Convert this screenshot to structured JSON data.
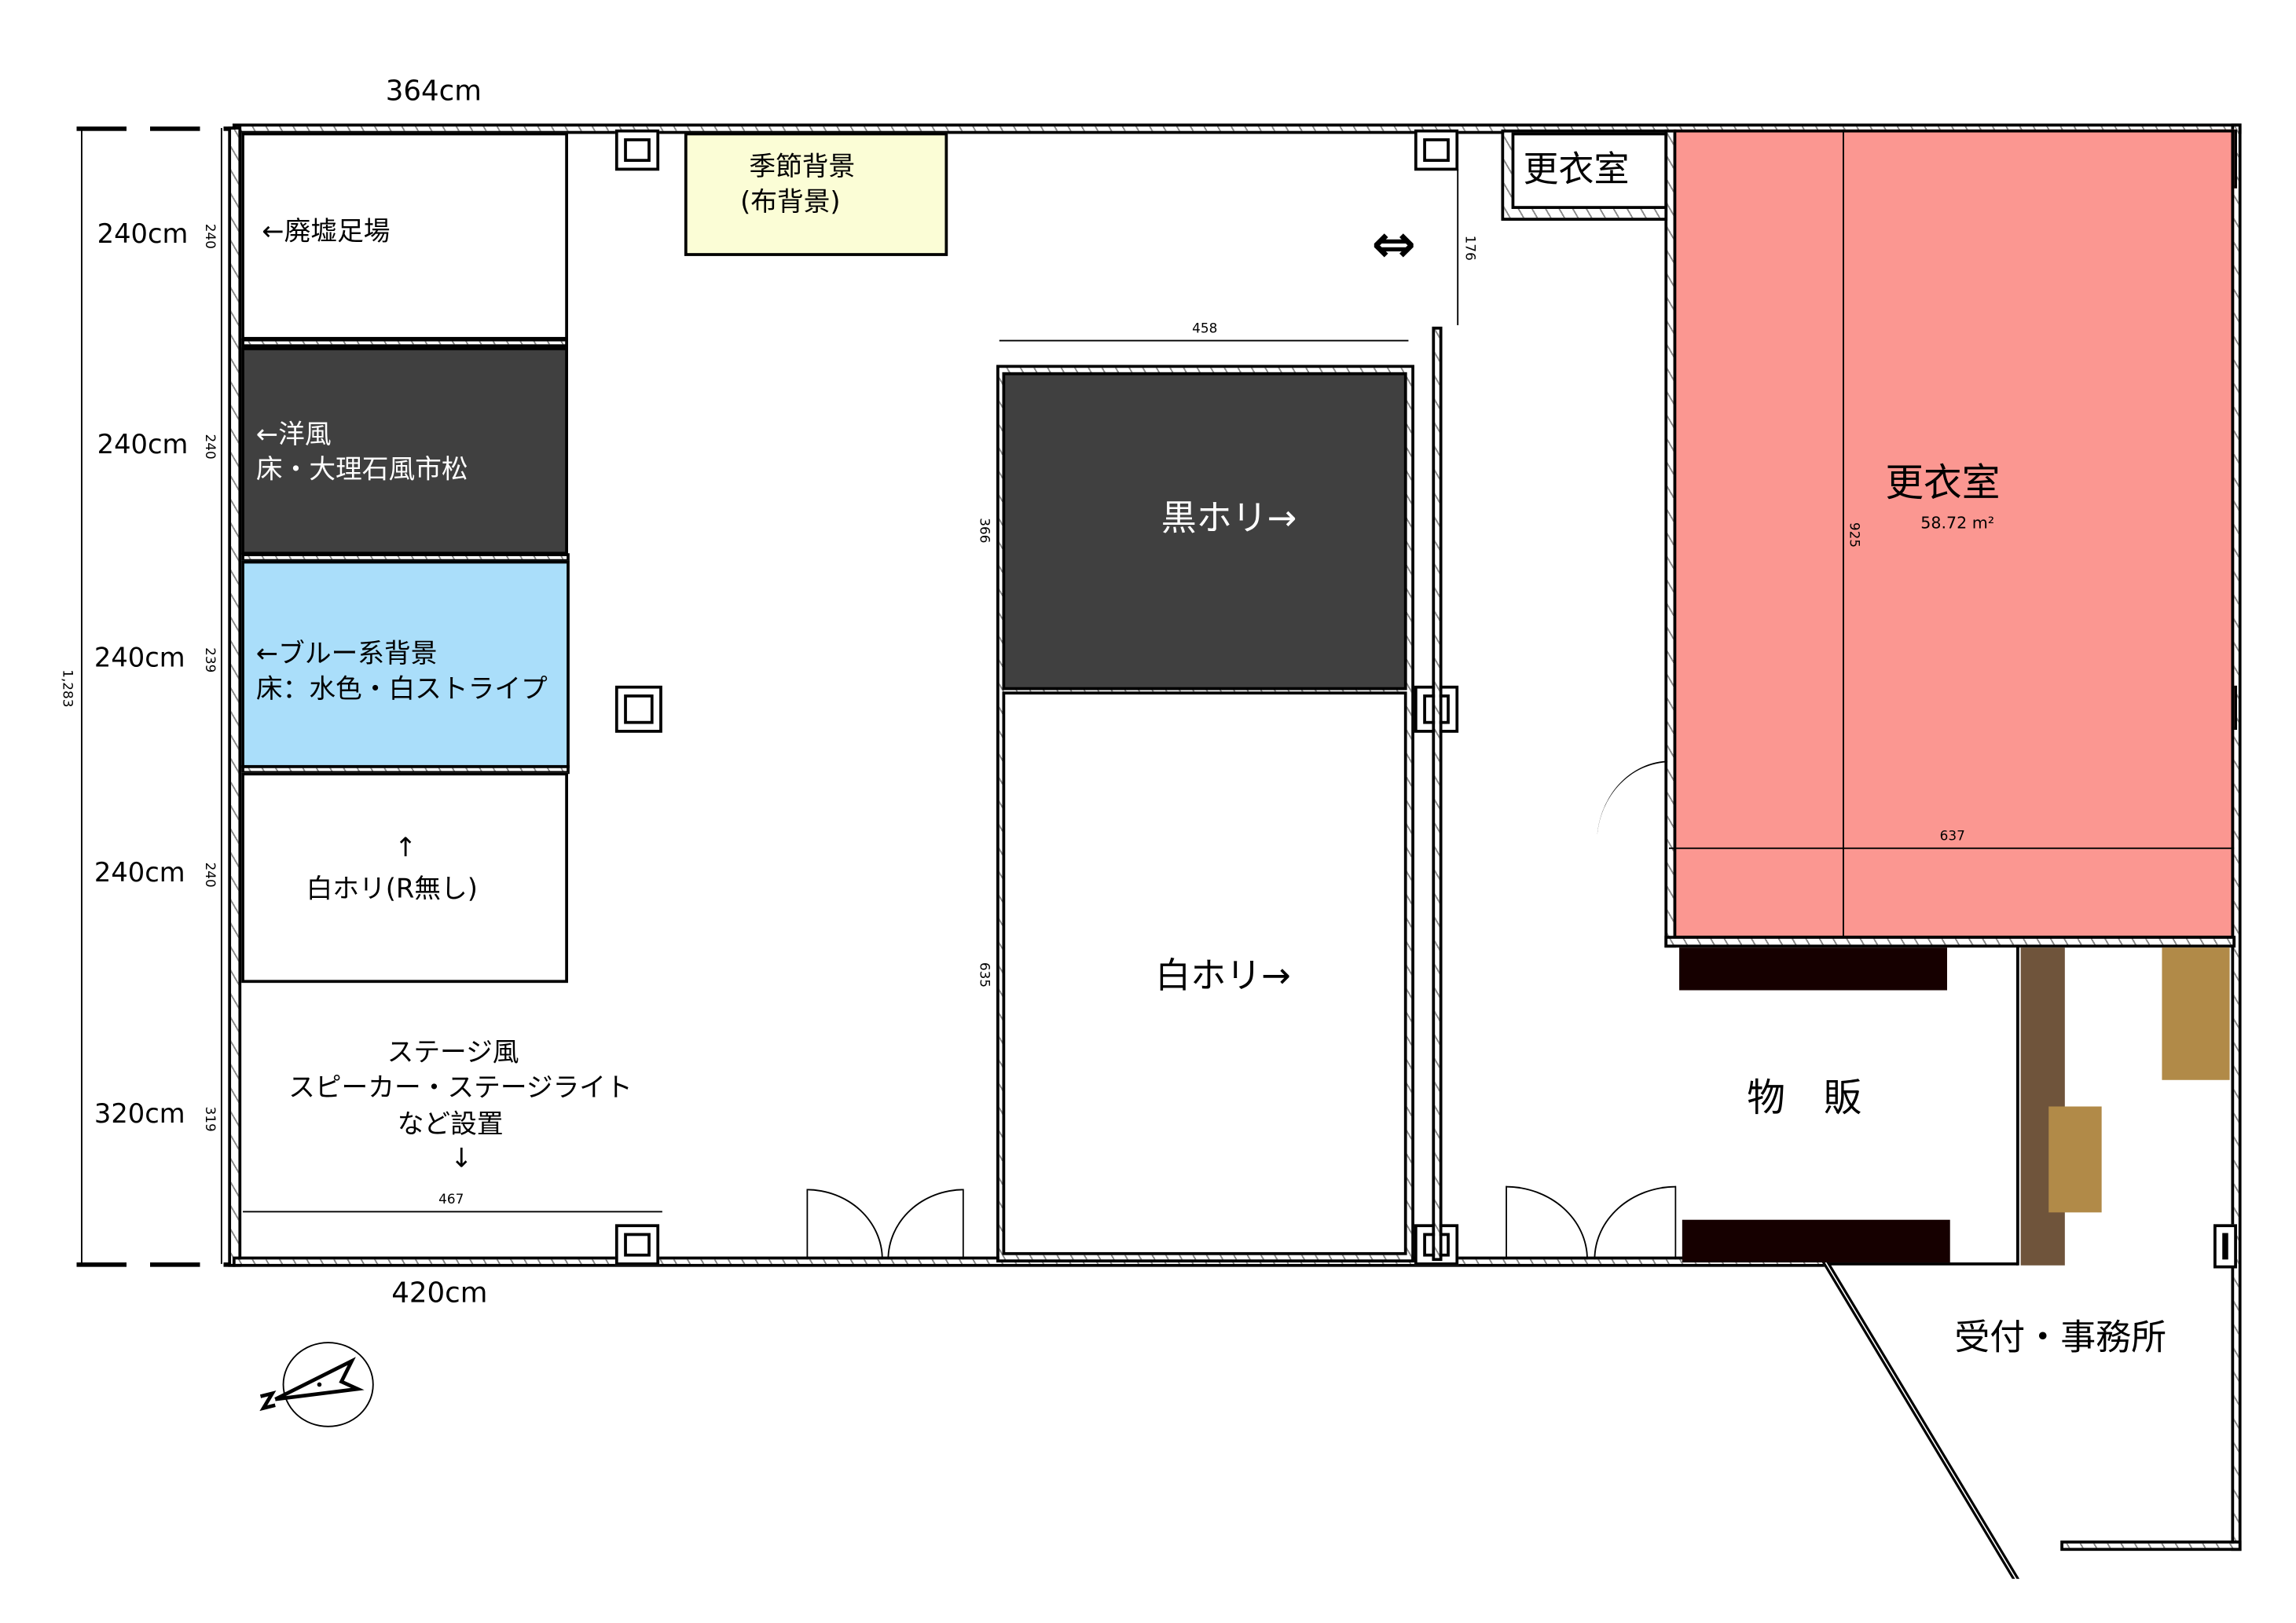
{
  "floorplan": {
    "outer_dimensions": {
      "top_width": "364cm",
      "bottom_width": "420cm",
      "total_height": "1,283"
    },
    "left_dimensions": [
      {
        "label": "240cm",
        "small": "240"
      },
      {
        "label": "240cm",
        "small": "240"
      },
      {
        "label": "240cm",
        "small": "239"
      },
      {
        "label": "240cm",
        "small": "240"
      },
      {
        "label": "320cm",
        "small": "319"
      }
    ],
    "left_sets": [
      {
        "name": "haikyo",
        "text_lines": [
          "←廃墟足場"
        ],
        "color": "#ffffff"
      },
      {
        "name": "western",
        "text_lines": [
          "←洋風",
          "床・大理石風市松"
        ],
        "color": "#404040"
      },
      {
        "name": "blue",
        "text_lines": [
          "←ブルー系背景",
          "床：水色・白ストライプ"
        ],
        "color": "#aadefa"
      },
      {
        "name": "white-no-r",
        "text_lines": [
          "↑",
          "白ホリ(R無し)"
        ],
        "color": "#ffffff"
      }
    ],
    "stage_area": {
      "text_lines": [
        "ステージ風",
        "スピーカー・ステージライト",
        "など設置",
        "↓"
      ],
      "dimension": "467"
    },
    "seasonal_backdrop": {
      "text_lines": [
        "季節背景",
        "(布背景)"
      ],
      "color": "#fbfdd6"
    },
    "passage": {
      "arrow_icon": "⇔",
      "dimension": "176"
    },
    "black_horizont": {
      "label": "黒ホリ→",
      "width_dim": "458",
      "height_dim": "366",
      "color": "#404040"
    },
    "white_horizont": {
      "label": "白ホリ→",
      "height_dim": "635"
    },
    "small_dressing_room": {
      "label": "更衣室"
    },
    "dressing_room": {
      "label": "更衣室",
      "area": "58.72 m²",
      "height_dim": "925",
      "width_dim": "637",
      "color": "#fb9791"
    },
    "merch": {
      "label": "物　販",
      "counter_color": "#160000"
    },
    "reception": {
      "label": "受付・事務所"
    },
    "shelf_colors": {
      "dark": "#6f543b",
      "light": "#b18a48"
    },
    "compass": {
      "north_label": "N"
    }
  }
}
